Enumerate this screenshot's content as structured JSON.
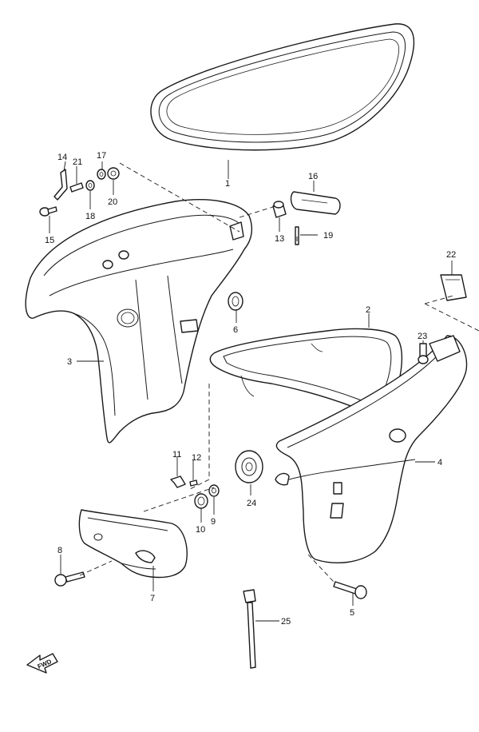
{
  "callouts": {
    "c1": "1",
    "c2": "2",
    "c3": "3",
    "c4": "4",
    "c5": "5",
    "c6": "6",
    "c7": "7",
    "c8": "8",
    "c9": "9",
    "c10": "10",
    "c11": "11",
    "c12": "12",
    "c13": "13",
    "c14": "14",
    "c15": "15",
    "c16": "16",
    "c17": "17",
    "c18": "18",
    "c19": "19",
    "c20": "20",
    "c21": "21",
    "c22": "22",
    "c23": "23",
    "c24": "24",
    "c25": "25"
  },
  "fwd_label": "FWD"
}
